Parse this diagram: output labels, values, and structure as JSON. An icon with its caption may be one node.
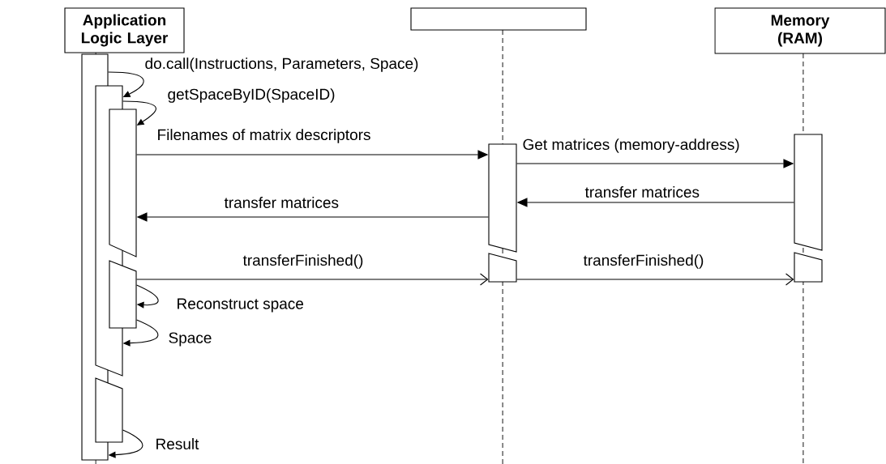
{
  "diagram": {
    "nodes": [
      {
        "text": [
          "Application Logic Layer"
        ]
      },
      {
        "text": [],
        "shape": "box"
      },
      {
        "text": [
          "Memory (RAM)"
        ]
      },
      {
        "text": [],
        "shape": "bar"
      },
      {
        "text": [],
        "shape": "bar"
      },
      {
        "text": [],
        "shape": "bar"
      },
      {
        "text": [],
        "shape": "bar"
      },
      {
        "text": [],
        "shape": "bar"
      },
      {
        "text": [],
        "shape": "bar"
      },
      {
        "text": [],
        "shape": "bar"
      },
      {
        "text": [],
        "shape": "bar"
      },
      {
        "text": [],
        "shape": "bar"
      }
    ],
    "edges": [
      {
        "from": 3,
        "to": 4,
        "arrow": "to",
        "label": "do.call(Instructions, Parameters, Space)"
      },
      {
        "from": 4,
        "to": 5,
        "arrow": "to",
        "label": "getSpaceByID(SpaceID)"
      },
      {
        "from": 5,
        "to": 8,
        "arrow": "to",
        "label": "Filenames of matrix descriptors"
      },
      {
        "from": 8,
        "to": 10,
        "arrow": "to",
        "label": "Get matrices (memory-address)"
      },
      {
        "from": 10,
        "to": 8,
        "arrow": "to",
        "label": "transfer matrices"
      },
      {
        "from": 8,
        "to": 5,
        "arrow": "to",
        "label": "transfer matrices"
      },
      {
        "from": 6,
        "to": 9,
        "arrow": "to",
        "label": "transferFinished()"
      },
      {
        "from": 9,
        "to": 11,
        "arrow": "to",
        "label": "transferFinished()"
      },
      {
        "from": 6,
        "to": 6,
        "arrow": "to",
        "label": "Reconstruct space"
      },
      {
        "from": 6,
        "to": 4,
        "arrow": "to",
        "label": "Space"
      },
      {
        "from": 7,
        "to": 3,
        "arrow": "to",
        "label": "Result"
      }
    ]
  }
}
